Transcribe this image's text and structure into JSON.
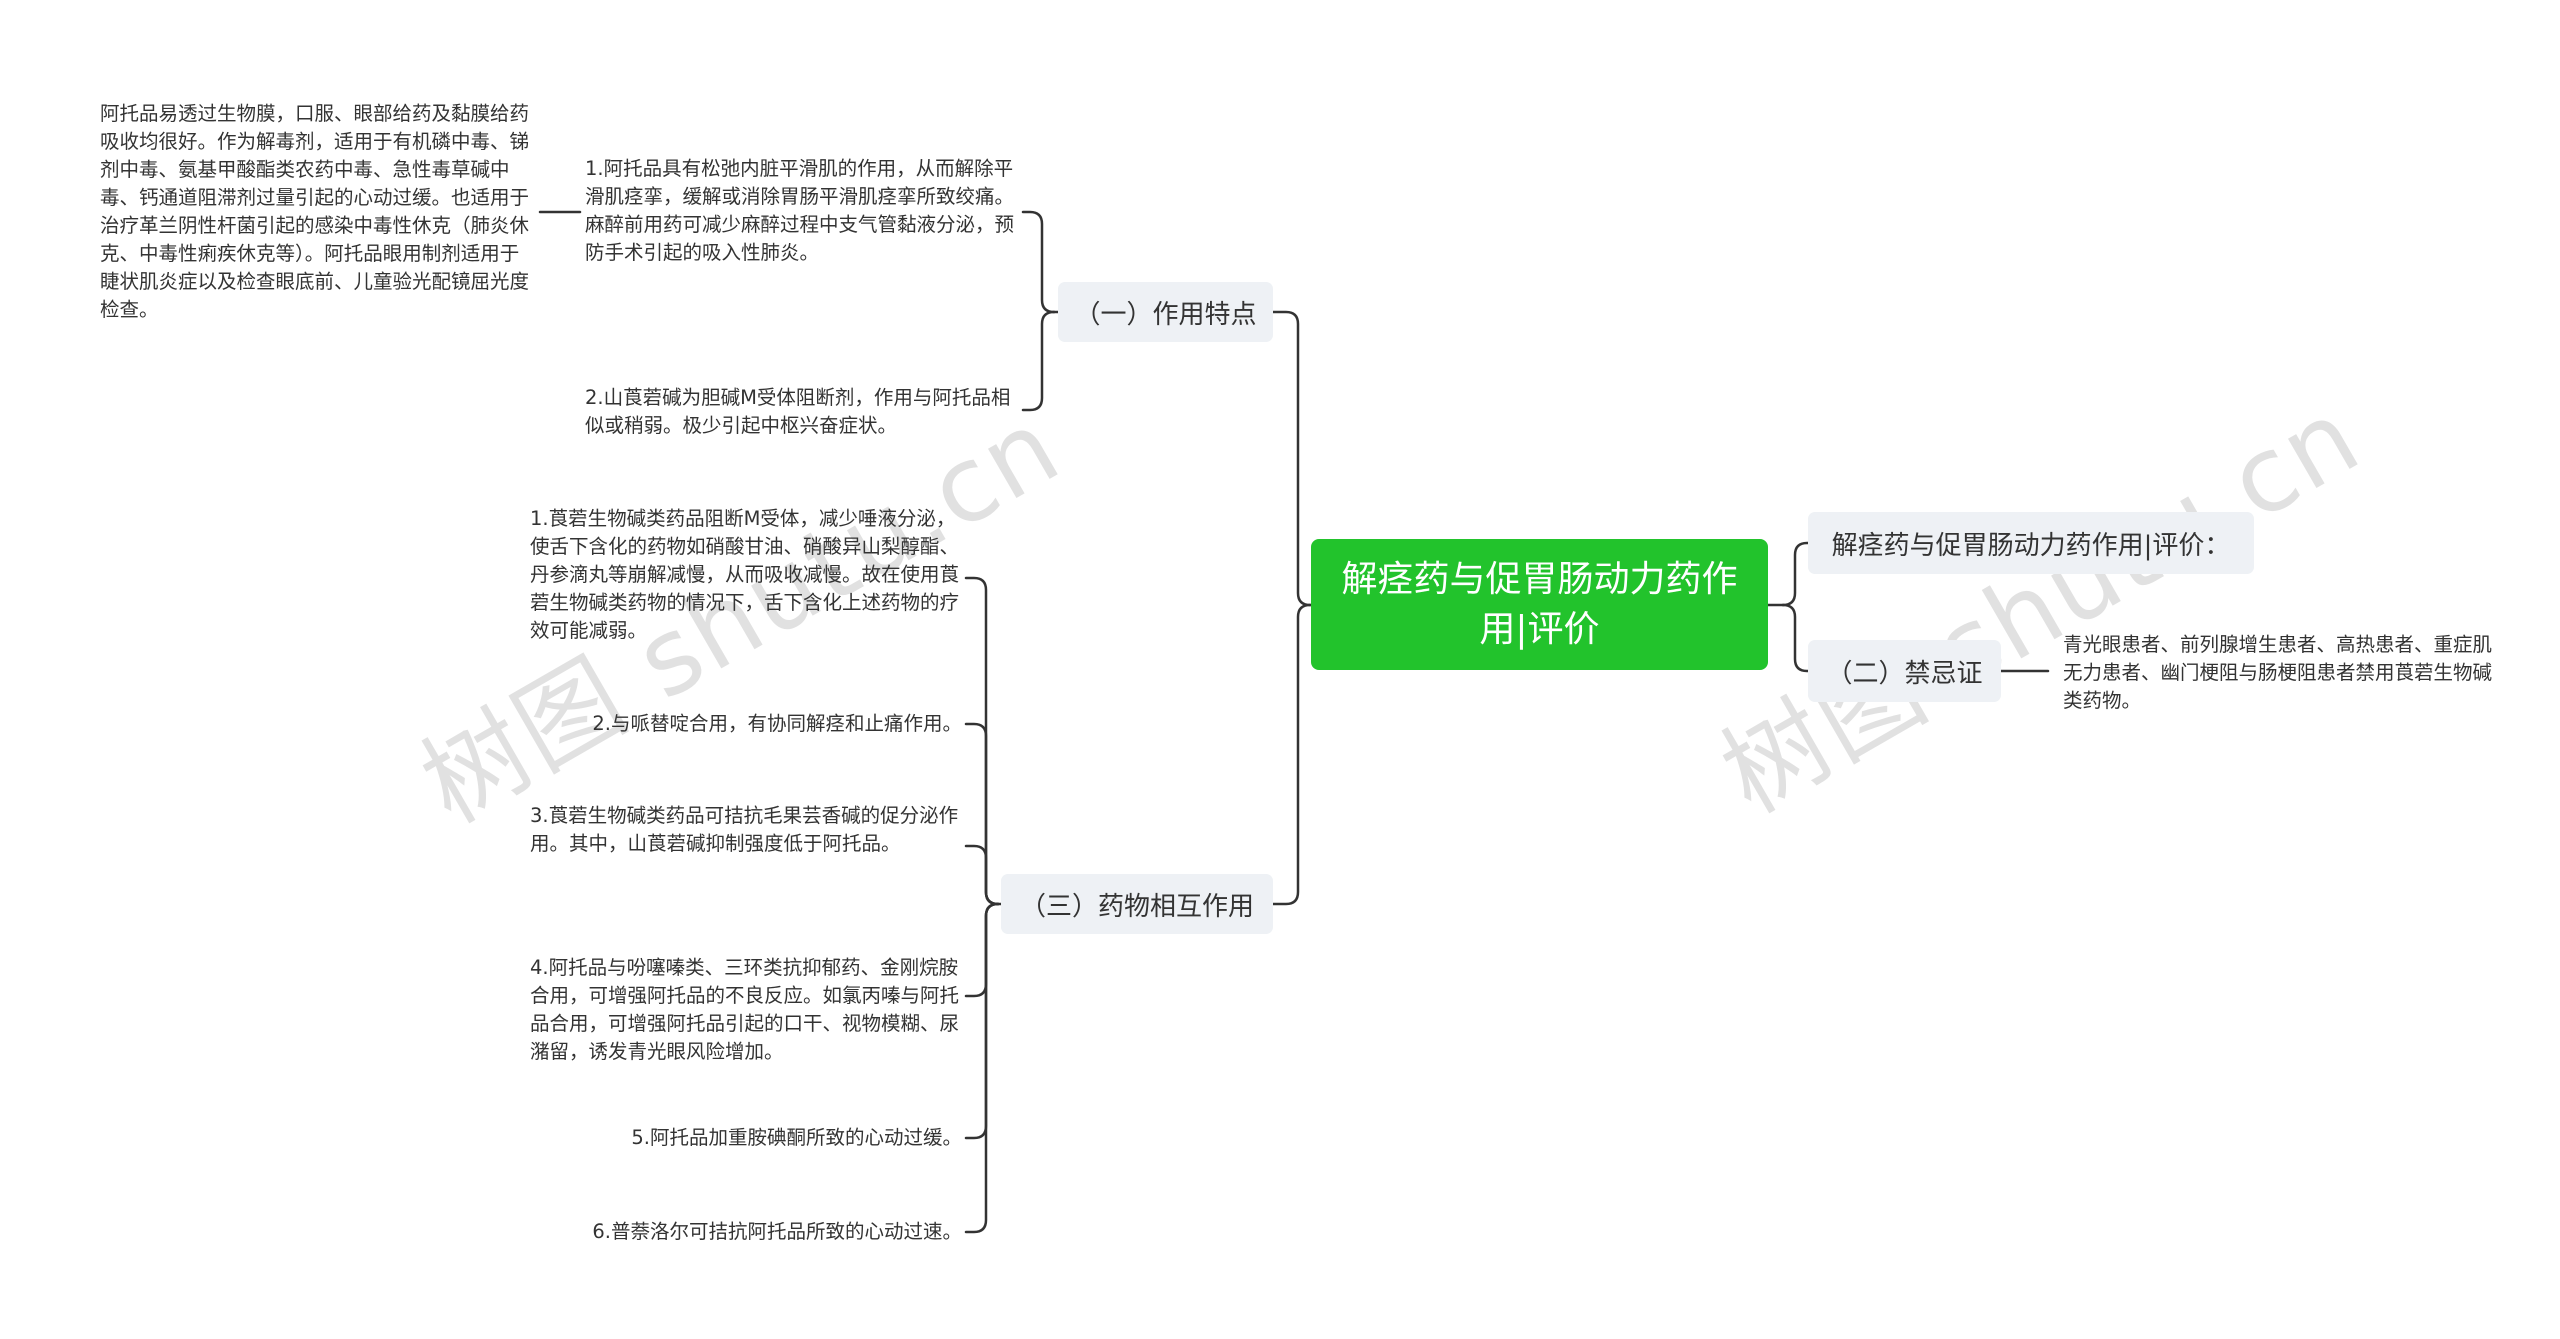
{
  "root": {
    "text": "解痉药与促胃肠动力药作用|评价"
  },
  "branches": {
    "features": {
      "label": "（一）作用特点",
      "items": [
        "1.阿托品具有松弛内脏平滑肌的作用，从而解除平滑肌痉挛，缓解或消除胃肠平滑肌痉挛所致绞痛。麻醉前用药可减少麻醉过程中支气管黏液分泌，预防手术引起的吸入性肺炎。",
        "2.山莨菪碱为胆碱M受体阻断剂，作用与阿托品相似或稍弱。极少引起中枢兴奋症状。"
      ],
      "sub_item": "阿托品易透过生物膜，口服、眼部给药及黏膜给药吸收均很好。作为解毒剂，适用于有机磷中毒、锑剂中毒、氨基甲酸酯类农药中毒、急性毒草碱中毒、钙通道阻滞剂过量引起的心动过缓。也适用于治疗革兰阴性杆菌引起的感染中毒性休克（肺炎休克、中毒性痢疾休克等）。阿托品眼用制剂适用于睫状肌炎症以及检查眼底前、儿童验光配镜屈光度检查。"
    },
    "interactions": {
      "label": "（三）药物相互作用",
      "items": [
        "1.莨菪生物碱类药品阻断M受体，减少唾液分泌，使舌下含化的药物如硝酸甘油、硝酸异山梨醇酯、丹参滴丸等崩解减慢，从而吸收减慢。故在使用莨菪生物碱类药物的情况下，舌下含化上述药物的疗效可能减弱。",
        "2.与哌替啶合用，有协同解痉和止痛作用。",
        "3.莨菪生物碱类药品可拮抗毛果芸香碱的促分泌作用。其中，山莨菪碱抑制强度低于阿托品。",
        "4.阿托品与吩噻嗪类、三环类抗抑郁药、金刚烷胺合用，可增强阿托品的不良反应。如氯丙嗪与阿托品合用，可增强阿托品引起的口干、视物模糊、尿潴留，诱发青光眼风险增加。",
        "5.阿托品加重胺碘酮所致的心动过缓。",
        "6.普萘洛尔可拮抗阿托品所致的心动过速。"
      ]
    },
    "evaluation": {
      "label": "解痉药与促胃肠动力药作用|评价："
    },
    "contraindications": {
      "label": "（二）禁忌证",
      "items": [
        "青光眼患者、前列腺增生患者、高热患者、重症肌无力患者、幽门梗阻与肠梗阻患者禁用莨菪生物碱类药物。"
      ]
    }
  },
  "watermarks": [
    "树图 shutu.cn",
    "树图 shutu.cn"
  ],
  "colors": {
    "root_bg": "#22c32c",
    "branch_bg": "#eef1f5",
    "line": "#333333"
  }
}
